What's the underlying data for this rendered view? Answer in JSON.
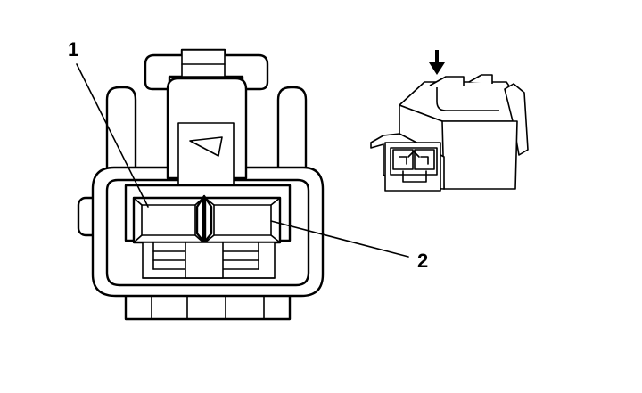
{
  "callouts": [
    {
      "id": "1",
      "label": "1"
    },
    {
      "id": "2",
      "label": "2"
    }
  ],
  "icons": {
    "direction_arrow": "down-arrow-icon"
  },
  "colors": {
    "line": "#000000",
    "background": "#ffffff"
  }
}
